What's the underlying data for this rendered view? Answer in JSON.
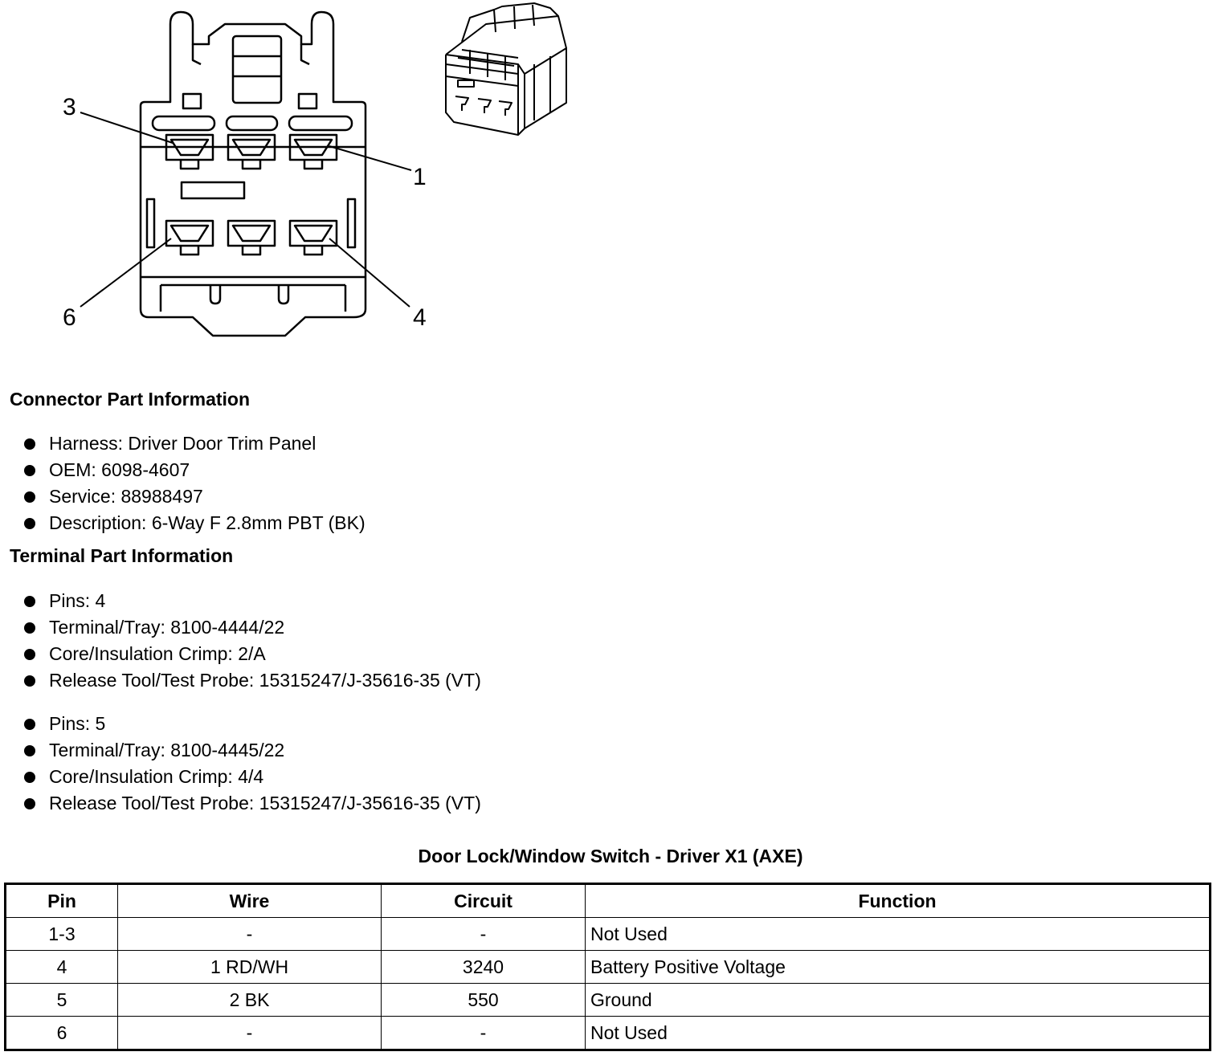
{
  "diagram": {
    "pin_labels": [
      "3",
      "1",
      "6",
      "4"
    ]
  },
  "connector_info": {
    "title": "Connector Part Information",
    "items": [
      "Harness: Driver Door Trim Panel",
      "OEM: 6098-4607",
      "Service: 88988497",
      "Description: 6-Way F 2.8mm PBT (BK)"
    ]
  },
  "terminal_info": {
    "title": "Terminal Part Information",
    "groups": [
      [
        "Pins: 4",
        "Terminal/Tray: 8100-4444/22",
        "Core/Insulation Crimp: 2/A",
        "Release Tool/Test Probe: 15315247/J-35616-35 (VT)"
      ],
      [
        "Pins: 5",
        "Terminal/Tray: 8100-4445/22",
        "Core/Insulation Crimp: 4/4",
        "Release Tool/Test Probe: 15315247/J-35616-35 (VT)"
      ]
    ]
  },
  "table": {
    "title": "Door Lock/Window Switch - Driver X1 (AXE)",
    "headers": [
      "Pin",
      "Wire",
      "Circuit",
      "Function"
    ],
    "rows": [
      [
        "1-3",
        "-",
        "-",
        "Not Used"
      ],
      [
        "4",
        "1 RD/WH",
        "3240",
        "Battery Positive Voltage"
      ],
      [
        "5",
        "2 BK",
        "550",
        "Ground"
      ],
      [
        "6",
        "-",
        "-",
        "Not Used"
      ]
    ]
  }
}
